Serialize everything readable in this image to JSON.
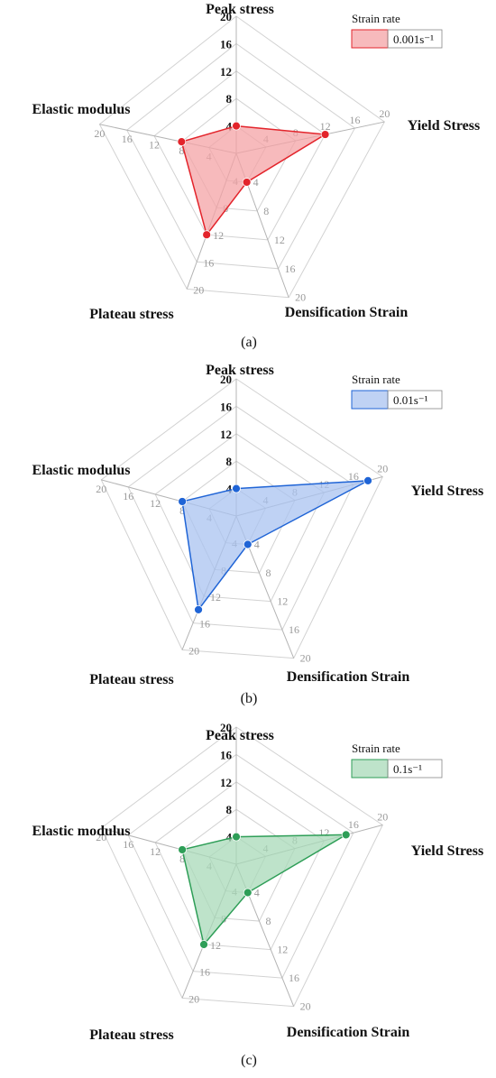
{
  "chart_data": [
    {
      "type": "radar",
      "panel_label": "(a)",
      "axes": [
        "Peak stress",
        "Yield Stress",
        "Densification Strain",
        "Plateau stress",
        "Elastic modulus"
      ],
      "ticks": [
        4,
        8,
        12,
        16,
        20
      ],
      "range": [
        0,
        20
      ],
      "legend_title": "Strain rate",
      "series": [
        {
          "name": "0.001s⁻¹",
          "values": [
            4,
            12,
            4,
            12,
            8
          ],
          "color": "#e3242b",
          "fill": "#f4a3a6"
        }
      ]
    },
    {
      "type": "radar",
      "panel_label": "(b)",
      "axes": [
        "Peak stress",
        "Yield Stress",
        "Densification Strain",
        "Plateau stress",
        "Elastic modulus"
      ],
      "ticks": [
        4,
        8,
        12,
        16,
        20
      ],
      "range": [
        0,
        20
      ],
      "legend_title": "Strain rate",
      "series": [
        {
          "name": "0.01s⁻¹",
          "values": [
            4,
            18,
            4,
            14,
            8
          ],
          "color": "#1f64d6",
          "fill": "#a9c3f0"
        }
      ]
    },
    {
      "type": "radar",
      "panel_label": "(c)",
      "axes": [
        "Peak stress",
        "Yield Stress",
        "Densification Strain",
        "Plateau stress",
        "Elastic modulus"
      ],
      "ticks": [
        4,
        8,
        12,
        16,
        20
      ],
      "range": [
        0,
        20
      ],
      "legend_title": "Strain rate",
      "series": [
        {
          "name": "0.1s⁻¹",
          "values": [
            4,
            15,
            4,
            12,
            8
          ],
          "color": "#2e9e57",
          "fill": "#a8dab8"
        }
      ]
    }
  ]
}
